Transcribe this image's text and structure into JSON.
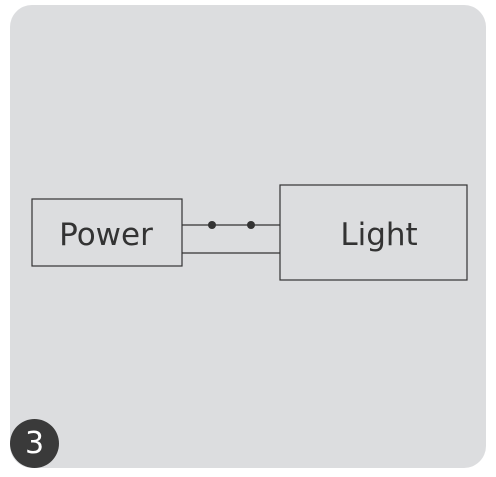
{
  "diagram": {
    "power_label": "Power",
    "light_label": "Light",
    "step_number": "3"
  },
  "colors": {
    "panel_background": "#dcdddf",
    "stroke": "#333333",
    "badge_background": "#3a3a3a",
    "badge_text": "#ffffff"
  }
}
